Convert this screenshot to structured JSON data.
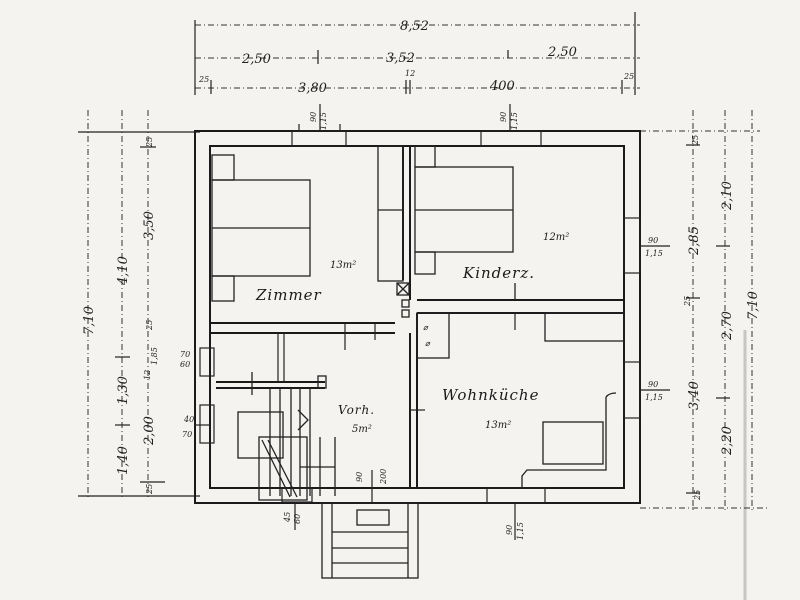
{
  "drawing": {
    "type": "floor-plan",
    "background": "#f4f3f0",
    "ink_color": "#1a1a1a"
  },
  "top_dimensions": {
    "overall": "8,52",
    "row2": [
      "2,50",
      "3,52",
      "2,50"
    ],
    "row3": [
      "25",
      "3,80",
      "12",
      "400",
      "25"
    ]
  },
  "left_dimensions": {
    "overall": "7,10",
    "upper_outer": "4,10",
    "upper_inner": "3,50",
    "top_wall": "25",
    "mid_wall": "25",
    "mid_col2": "1,30",
    "mid_col3": "12",
    "mid_col3b": "1,85",
    "lower_col2": "1,40",
    "lower_col3": "2,00",
    "bottom_wall": "25"
  },
  "right_dimensions": {
    "overall": "7,10",
    "top_wall": "25",
    "upper_outer": "2,10",
    "upper_inner": "2,85",
    "mid_wall": "25",
    "mid_outer": "2,70",
    "lower_inner": "3,40",
    "lower_outer": "2,20",
    "bottom_wall": "25"
  },
  "windows": {
    "zimmer_top": {
      "width": "90",
      "height": "1,15"
    },
    "kinderz_top": {
      "width": "90",
      "height": "1,15"
    },
    "kinderz_right": {
      "width": "90",
      "height": "1,15"
    },
    "wohnkueche_right": {
      "width": "90",
      "height": "1,15"
    },
    "wohnkueche_bottom": {
      "width": "90",
      "height": "1,15"
    },
    "stair_left_upper": {
      "width": "70",
      "height": "60"
    },
    "stair_left_lower": {
      "width": "40",
      "height": "70"
    },
    "stair_bottom": {
      "width": "45",
      "height": "60"
    },
    "entrance_door": {
      "width": "90",
      "height": "200"
    }
  },
  "rooms": [
    {
      "name": "Zimmer",
      "area": "13m²"
    },
    {
      "name": "Kinderz.",
      "area": "12m²"
    },
    {
      "name": "Wohnküche",
      "area": "13m²"
    },
    {
      "name": "Vorh.",
      "area": "5m²"
    }
  ]
}
